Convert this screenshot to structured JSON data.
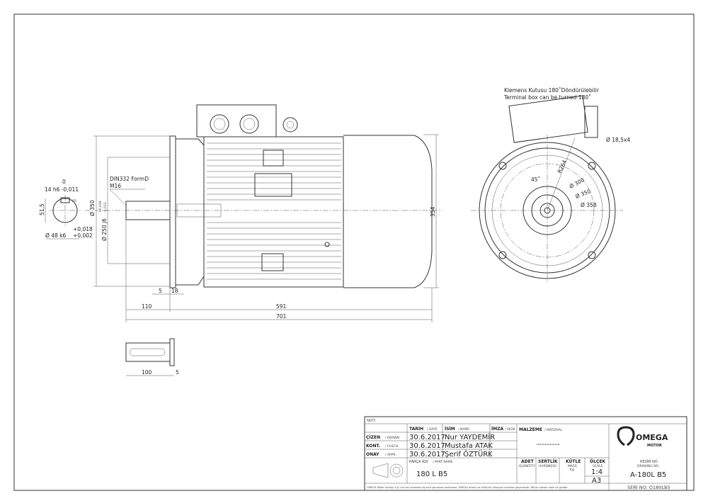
{
  "side_view": {
    "shaft_note_1": "DIN332 FormD",
    "shaft_note_2": "M16",
    "dim_350": "Ø 350",
    "dim_250": "Ø 250 j6",
    "dim_250_tol_upper": "+0,016",
    "dim_250_tol_lower": "-0,013",
    "dim_354": "354",
    "dim_5": "5",
    "dim_18": "18",
    "dim_110": "110",
    "dim_591": "591",
    "dim_701": "701"
  },
  "shaft_section": {
    "key_tol_upper": "0",
    "key_width": "14 h6 -0,011",
    "height": "51,5",
    "dia": "Ø 48 k6",
    "dia_tol_upper": "+0,018",
    "dia_tol_lower": "+0,002",
    "key_depth": "Ø1"
  },
  "shaft_detail": {
    "length": "100",
    "offset": "5"
  },
  "front_view": {
    "note_tr": "Klemens Kutusu 180˚Döndürülebilir",
    "note_en": "Terminal box can be turned 180˚",
    "holes": "Ø 18,5x4",
    "radius": "R264",
    "angle": "45˚",
    "d300": "Ø 300",
    "d350": "Ø 350",
    "d358": "Ø 358"
  },
  "title_block": {
    "not_label": "NOT:",
    "date_header": "TARİH",
    "date_header_en": "/ DATE",
    "name_header": "İSİM",
    "name_header_en": "/ NAME",
    "sign_header": "İMZA",
    "sign_header_en": "/ SIGN.",
    "rows": [
      {
        "role": "ÇİZEN",
        "role_en": "/ DRAWN",
        "date": "30.6.2017",
        "name": "Nur YAYDEMİR"
      },
      {
        "role": "KONT.",
        "role_en": "/ CHECK",
        "date": "30.6.2017",
        "name": "Mustafa ATAK"
      },
      {
        "role": "ONAY",
        "role_en": "/ APPR.",
        "date": "30.6.2017",
        "name": "Şerif ÖZTÜRK"
      }
    ],
    "material_label": "MALZEME",
    "material_label_en": "/ MATERIAL",
    "material_value": "---------",
    "part_label": "PARÇA ADI",
    "part_label_en": "/ PART NAME",
    "part_name": "180 L B5",
    "qty_label": "ADET",
    "qty_label_en": "QUANTITY",
    "hardness_label": "SERTLİK",
    "hardness_label_en": "HARDNESS",
    "mass_label": "KÜTLE",
    "mass_label_en": "MASS",
    "mass_unit": "Kg",
    "scale_label": "ÖLÇEK",
    "scale_label_en": "SCALE",
    "scale_value": "1:4",
    "paper_size": "A3",
    "logo_brand": "OMEGA",
    "logo_sub": "MOTOR",
    "drawing_no_label": "RESİM NO",
    "drawing_no_label_en": "DRAWING NO",
    "drawing_no": "A-180L B5",
    "serial": "SERİ NO: O180LB5",
    "footer": "OMEGA Motor Sanayi A.Ş.'nin izni olmadan üçüncü şahıslara verilemez. OMEGA imzalı ve mühürlü olmayan resimler geçersizdir. Bütün hakları saklı ve gizlidir."
  }
}
